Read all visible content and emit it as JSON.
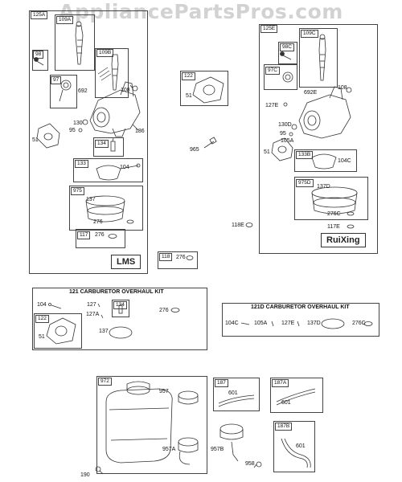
{
  "watermark": "AppliancePartsPros.com",
  "lms_panel": {
    "id": "125A",
    "brand": "LMS",
    "labels": {
      "p98": "98",
      "p109A": "109A",
      "p109B": "109B",
      "p97": "97",
      "p692": "692",
      "p108": "108",
      "p130": "130",
      "p95": "95",
      "p186": "186",
      "p51": "51",
      "p134": "134",
      "p133": "133",
      "p104": "104",
      "p975": "975",
      "p137": "137",
      "p276a": "276",
      "p117": "117",
      "p276b": "276"
    }
  },
  "ruixing_panel": {
    "id": "125E",
    "brand": "RuiXing",
    "labels": {
      "p109C": "109C",
      "p98C": "98C",
      "p97C": "97C",
      "p108": "108",
      "p692E": "692E",
      "p127E": "127E",
      "p130D": "130D",
      "p95": "95",
      "p105A": "105A",
      "p51": "51",
      "p133B": "133B",
      "p104C": "104C",
      "p975D": "975D",
      "p137D": "137D",
      "p276C": "276C",
      "p117E": "117E"
    }
  },
  "loose_parts": {
    "p122": "122",
    "p51": "51",
    "p965": "965",
    "p118": "118",
    "p276": "276",
    "p118E": "118E"
  },
  "kit_121": {
    "title": "121 CARBURETOR OVERHAUL KIT",
    "labels": {
      "p104": "104",
      "p127": "127",
      "p134": "134",
      "p127A": "127A",
      "p276": "276",
      "p122": "122",
      "p51": "51",
      "p137": "137"
    }
  },
  "kit_121D": {
    "title": "121D CARBURETOR OVERHAUL KIT",
    "labels": {
      "p104C": "104C",
      "p105A": "105A",
      "p127E": "127E",
      "p137D": "137D",
      "p276C": "276C"
    }
  },
  "tank_panel": {
    "labels": {
      "p972": "972",
      "p957": "957",
      "p957A": "957A",
      "p190": "190"
    }
  },
  "misc_parts": {
    "p187": "187",
    "p601a": "601",
    "p187A": "187A",
    "p601b": "601",
    "p957B": "957B",
    "p958": "958",
    "p187B": "187B",
    "p601c": "601"
  }
}
